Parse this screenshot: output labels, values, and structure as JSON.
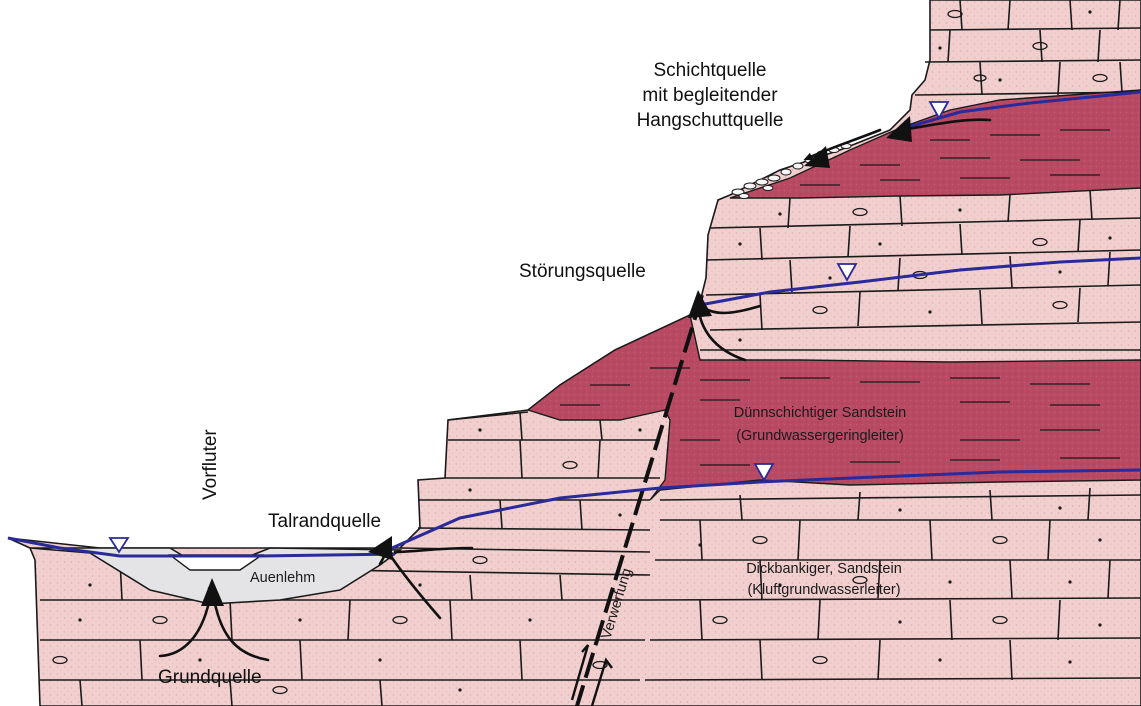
{
  "labels": {
    "schichtquelle_line1": "Schichtquelle",
    "schichtquelle_line2": "mit begleitender",
    "schichtquelle_line3": "Hangschuttquelle",
    "stoerungsquelle": "Störungsquelle",
    "vorfluter": "Vorfluter",
    "talrandquelle": "Talrandquelle",
    "auenlehm": "Auenlehm",
    "grundquelle": "Grundquelle",
    "verwerfung": "Verwerfung",
    "duennschichtig_line1": "Dünnschichtiger Sandstein",
    "duennschichtig_line2": "(Grundwassergeringleiter)",
    "dickbankig_line1": "Dickbankiger, Sandstein",
    "dickbankig_line2": "(Kluftgrundwasserleiter)"
  },
  "colors": {
    "thick_sandstone": "#f1cfcf",
    "thin_sandstone": "#b94a63",
    "alluvial_clay": "#e4e4e6",
    "water_table": "#2a2a9a",
    "outline": "#1a1a1a"
  }
}
